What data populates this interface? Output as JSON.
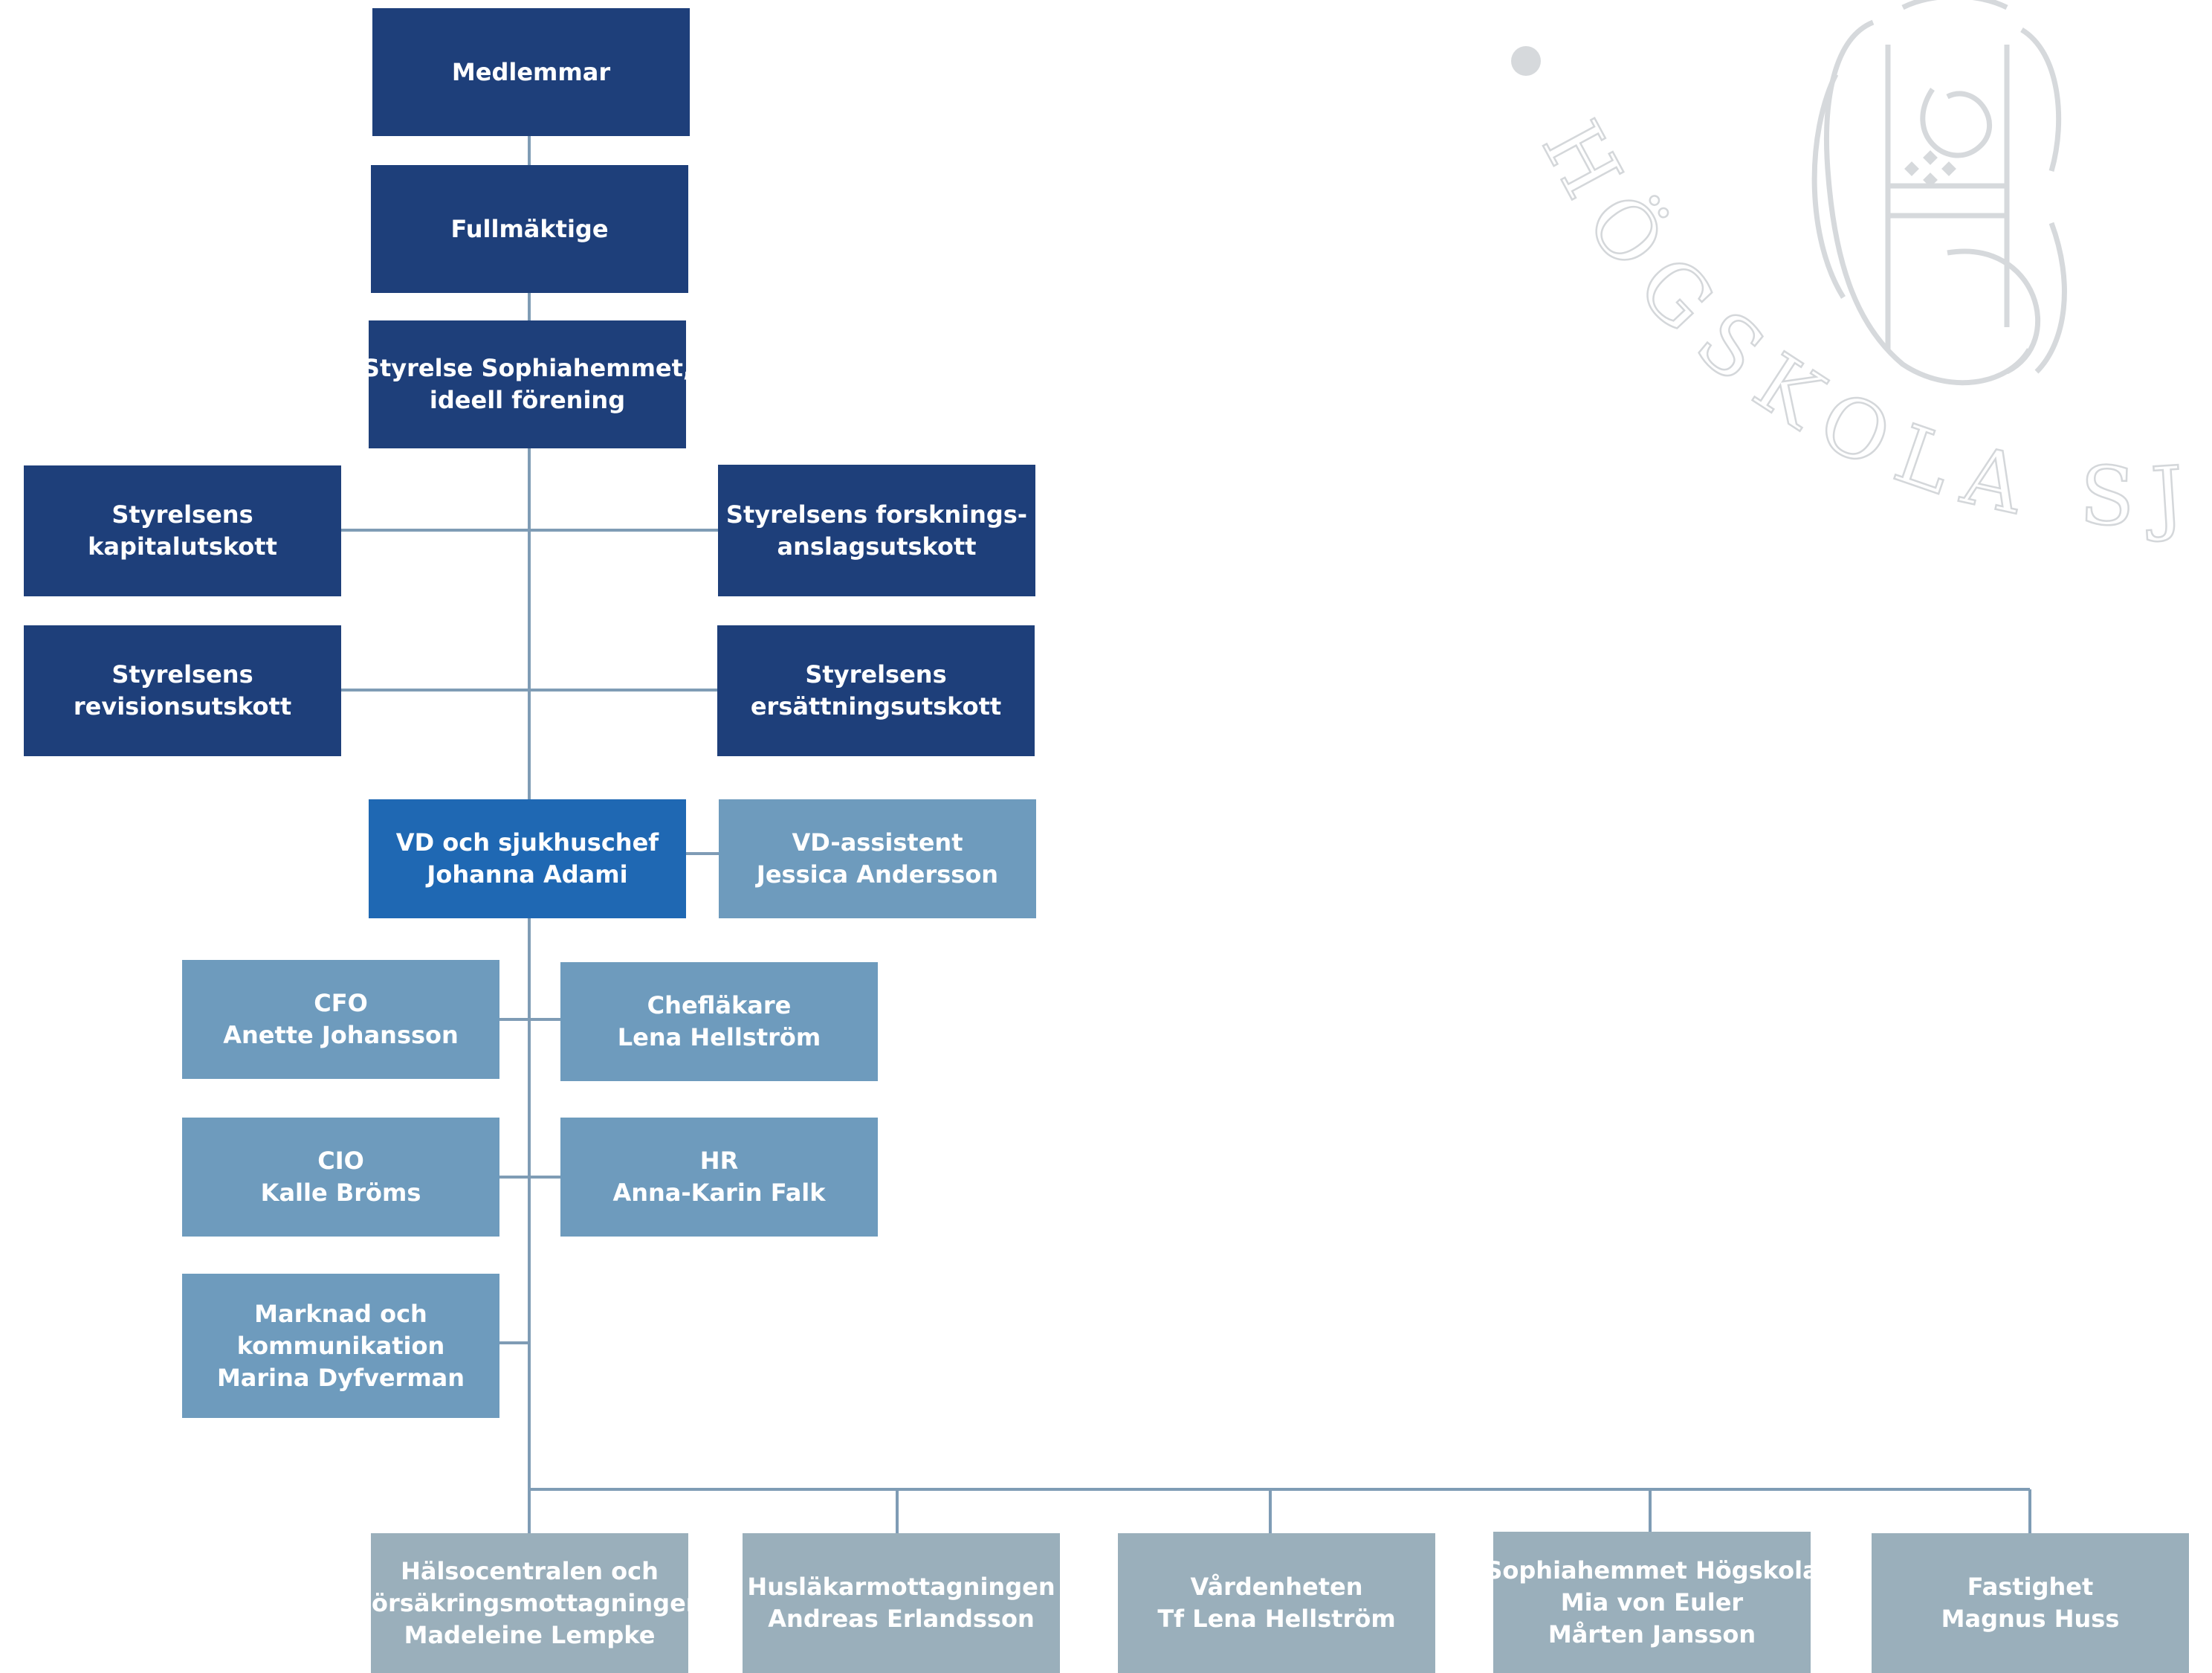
{
  "seal": {
    "text": "HÖGSKOLA SJUK"
  },
  "colors": {
    "board": "#1e3f7a",
    "ceo": "#1f68b3",
    "staff": "#6e9bbd",
    "units": "#9aafbb",
    "connector": "#7f9cb5"
  },
  "nodes": {
    "medlemmar": [
      "Medlemmar"
    ],
    "fullmaktige": [
      "Fullmäktige"
    ],
    "styrelse": [
      "Styrelse Sophiahemmet,",
      "ideell förening"
    ],
    "kapitalutskott": [
      "Styrelsens",
      "kapitalutskott"
    ],
    "forskningsutskott": [
      "Styrelsens forsknings-",
      "anslagsutskott"
    ],
    "revisionsutskott": [
      "Styrelsens",
      "revisionsutskott"
    ],
    "ersattningsutskott": [
      "Styrelsens",
      "ersättningsutskott"
    ],
    "vd": [
      "VD och sjukhuschef",
      "Johanna Adami"
    ],
    "vd_assistent": [
      "VD-assistent",
      "Jessica Andersson"
    ],
    "cfo": [
      "CFO",
      "Anette Johansson"
    ],
    "chefslakare": [
      "Chefläkare",
      "Lena Hellström"
    ],
    "cio": [
      "CIO",
      "Kalle Bröms"
    ],
    "hr": [
      "HR",
      "Anna-Karin Falk"
    ],
    "marknad": [
      "Marknad och",
      "kommunikation",
      "Marina Dyfverman"
    ],
    "halsocentralen": [
      "Hälsocentralen och",
      "Försäkringsmottagningen",
      "Madeleine Lempke"
    ],
    "huslakar": [
      "Husläkarmottagningen",
      "Andreas Erlandsson"
    ],
    "vardenheten": [
      "Vårdenheten",
      "Tf Lena Hellström"
    ],
    "hogskola": [
      "Sophiahemmet Högskola",
      "Mia von Euler",
      "Mårten Jansson"
    ],
    "fastighet": [
      "Fastighet",
      "Magnus Huss"
    ]
  }
}
